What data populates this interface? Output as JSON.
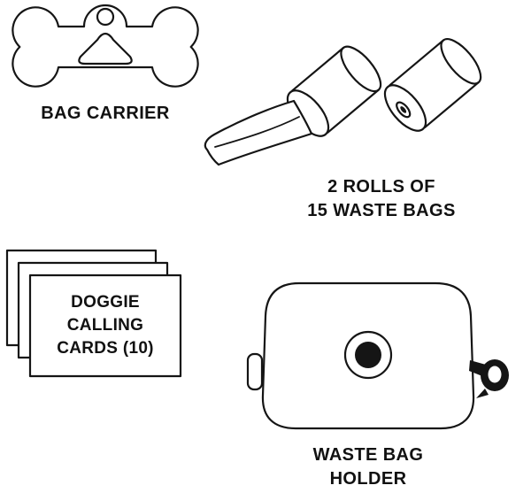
{
  "colors": {
    "ink": "#151515",
    "background": "#ffffff"
  },
  "items": {
    "bag_carrier": {
      "label": "BAG CARRIER"
    },
    "waste_bags": {
      "label_line1": "2 ROLLS OF",
      "label_line2": "15 WASTE BAGS"
    },
    "calling_cards": {
      "line1": "DOGGIE",
      "line2": "CALLING",
      "line3": "CARDS (10)"
    },
    "bag_holder": {
      "label_line1": "WASTE BAG",
      "label_line2": "HOLDER"
    }
  }
}
